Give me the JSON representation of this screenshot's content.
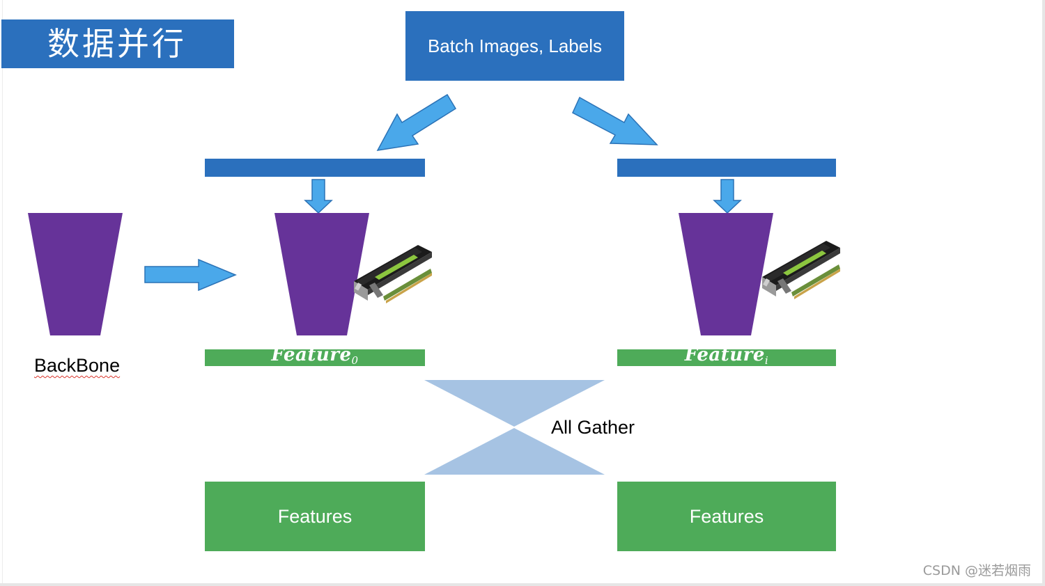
{
  "title": "数据并行",
  "batch_box": {
    "label": "Batch Images, Labels"
  },
  "backbone": {
    "label": "BackBone"
  },
  "features": {
    "left": {
      "name": "Feature",
      "subscript": "0"
    },
    "right": {
      "name": "Feature",
      "subscript": "i"
    }
  },
  "gather": {
    "label": "All Gather"
  },
  "outputs": {
    "left": {
      "label": "Features"
    },
    "right": {
      "label": "Features"
    }
  },
  "watermark": "CSDN @迷若烟雨",
  "colors": {
    "blue": "#2b70bd",
    "arrow": "#4aa8ea",
    "purple": "#663399",
    "green": "#4eab59",
    "hourglass": "#a6c3e3"
  },
  "icons": [
    "gpu-card-icon"
  ]
}
